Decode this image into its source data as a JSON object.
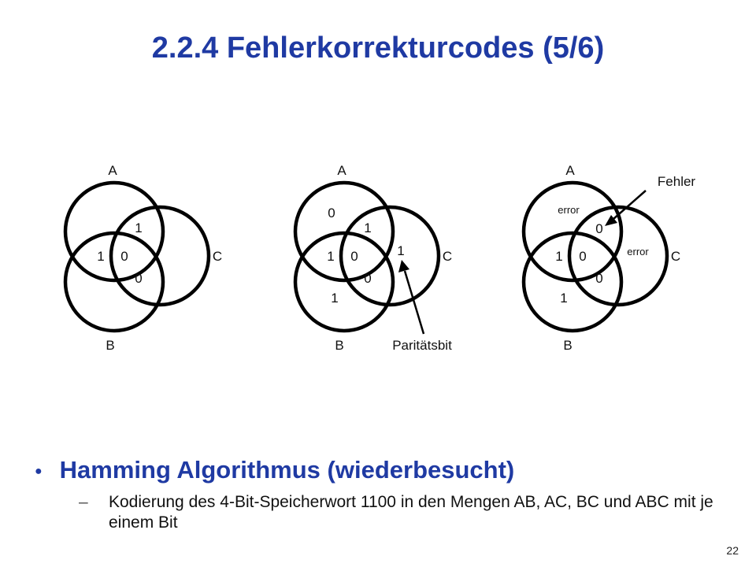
{
  "title": "2.2.4  Fehlerkorrekturcodes (5/6)",
  "diagrams": [
    {
      "labels": {
        "a": "A",
        "b": "B",
        "c": "C"
      },
      "bits": {
        "a_only": "",
        "ab": "1",
        "ac": "1",
        "abc": "0",
        "bc": "0",
        "b_only": "",
        "c_only": ""
      }
    },
    {
      "labels": {
        "a": "A",
        "b": "B",
        "c": "C"
      },
      "bits": {
        "a_only": "0",
        "ab": "1",
        "ac": "1",
        "abc": "0",
        "bc": "0",
        "b_only": "1",
        "c_only": "1"
      },
      "annotation": "Paritätsbit"
    },
    {
      "labels": {
        "a": "A",
        "b": "B",
        "c": "C"
      },
      "bits": {
        "a_only": "error",
        "ab": "1",
        "ac": "0",
        "abc": "0",
        "bc": "0",
        "b_only": "1",
        "c_only": "error"
      },
      "annotation": "Fehler"
    }
  ],
  "bullet": {
    "heading": "Hamming Algorithmus (wiederbesucht)",
    "sub": "Kodierung des 4-Bit-Speicherwort 1100 in den Mengen AB, AC, BC und ABC mit je einem Bit"
  },
  "page_number": "22"
}
